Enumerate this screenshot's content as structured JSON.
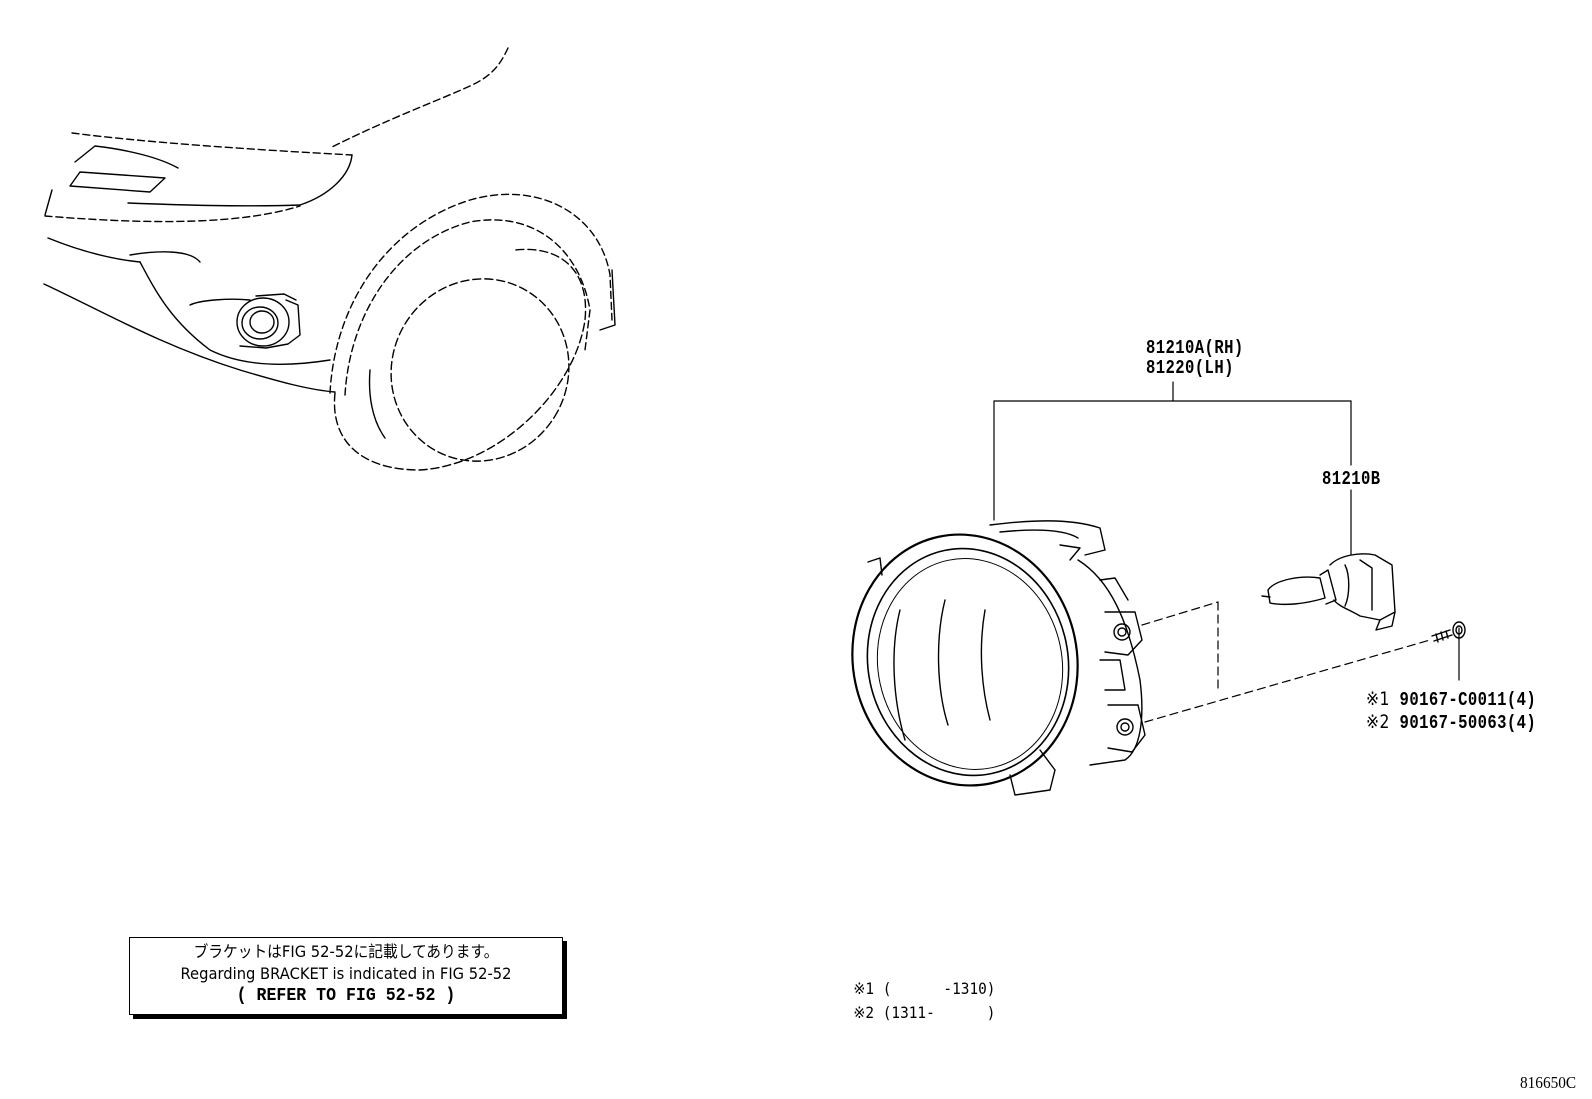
{
  "callouts": {
    "fog_lamp_rh": "81210A(RH)",
    "fog_lamp_lh": "81220(LH)",
    "bulb": "81210B",
    "screw_1_mark": "※1",
    "screw_1": "90167-C0011(4)",
    "screw_2_mark": "※2",
    "screw_2": "90167-50063(4)"
  },
  "note": {
    "line_jp": "ブラケットはFIG 52-52に記載してあります。",
    "line_en": "Regarding  BRACKET is indicated in FIG 52-52",
    "line_ref": "(   REFER  TO  FIG  52-52   )"
  },
  "conditions": [
    {
      "mark": "※1",
      "range": " (      -1310)"
    },
    {
      "mark": "※2",
      "range": " (1311-      )"
    }
  ],
  "figure_code": "816650C"
}
